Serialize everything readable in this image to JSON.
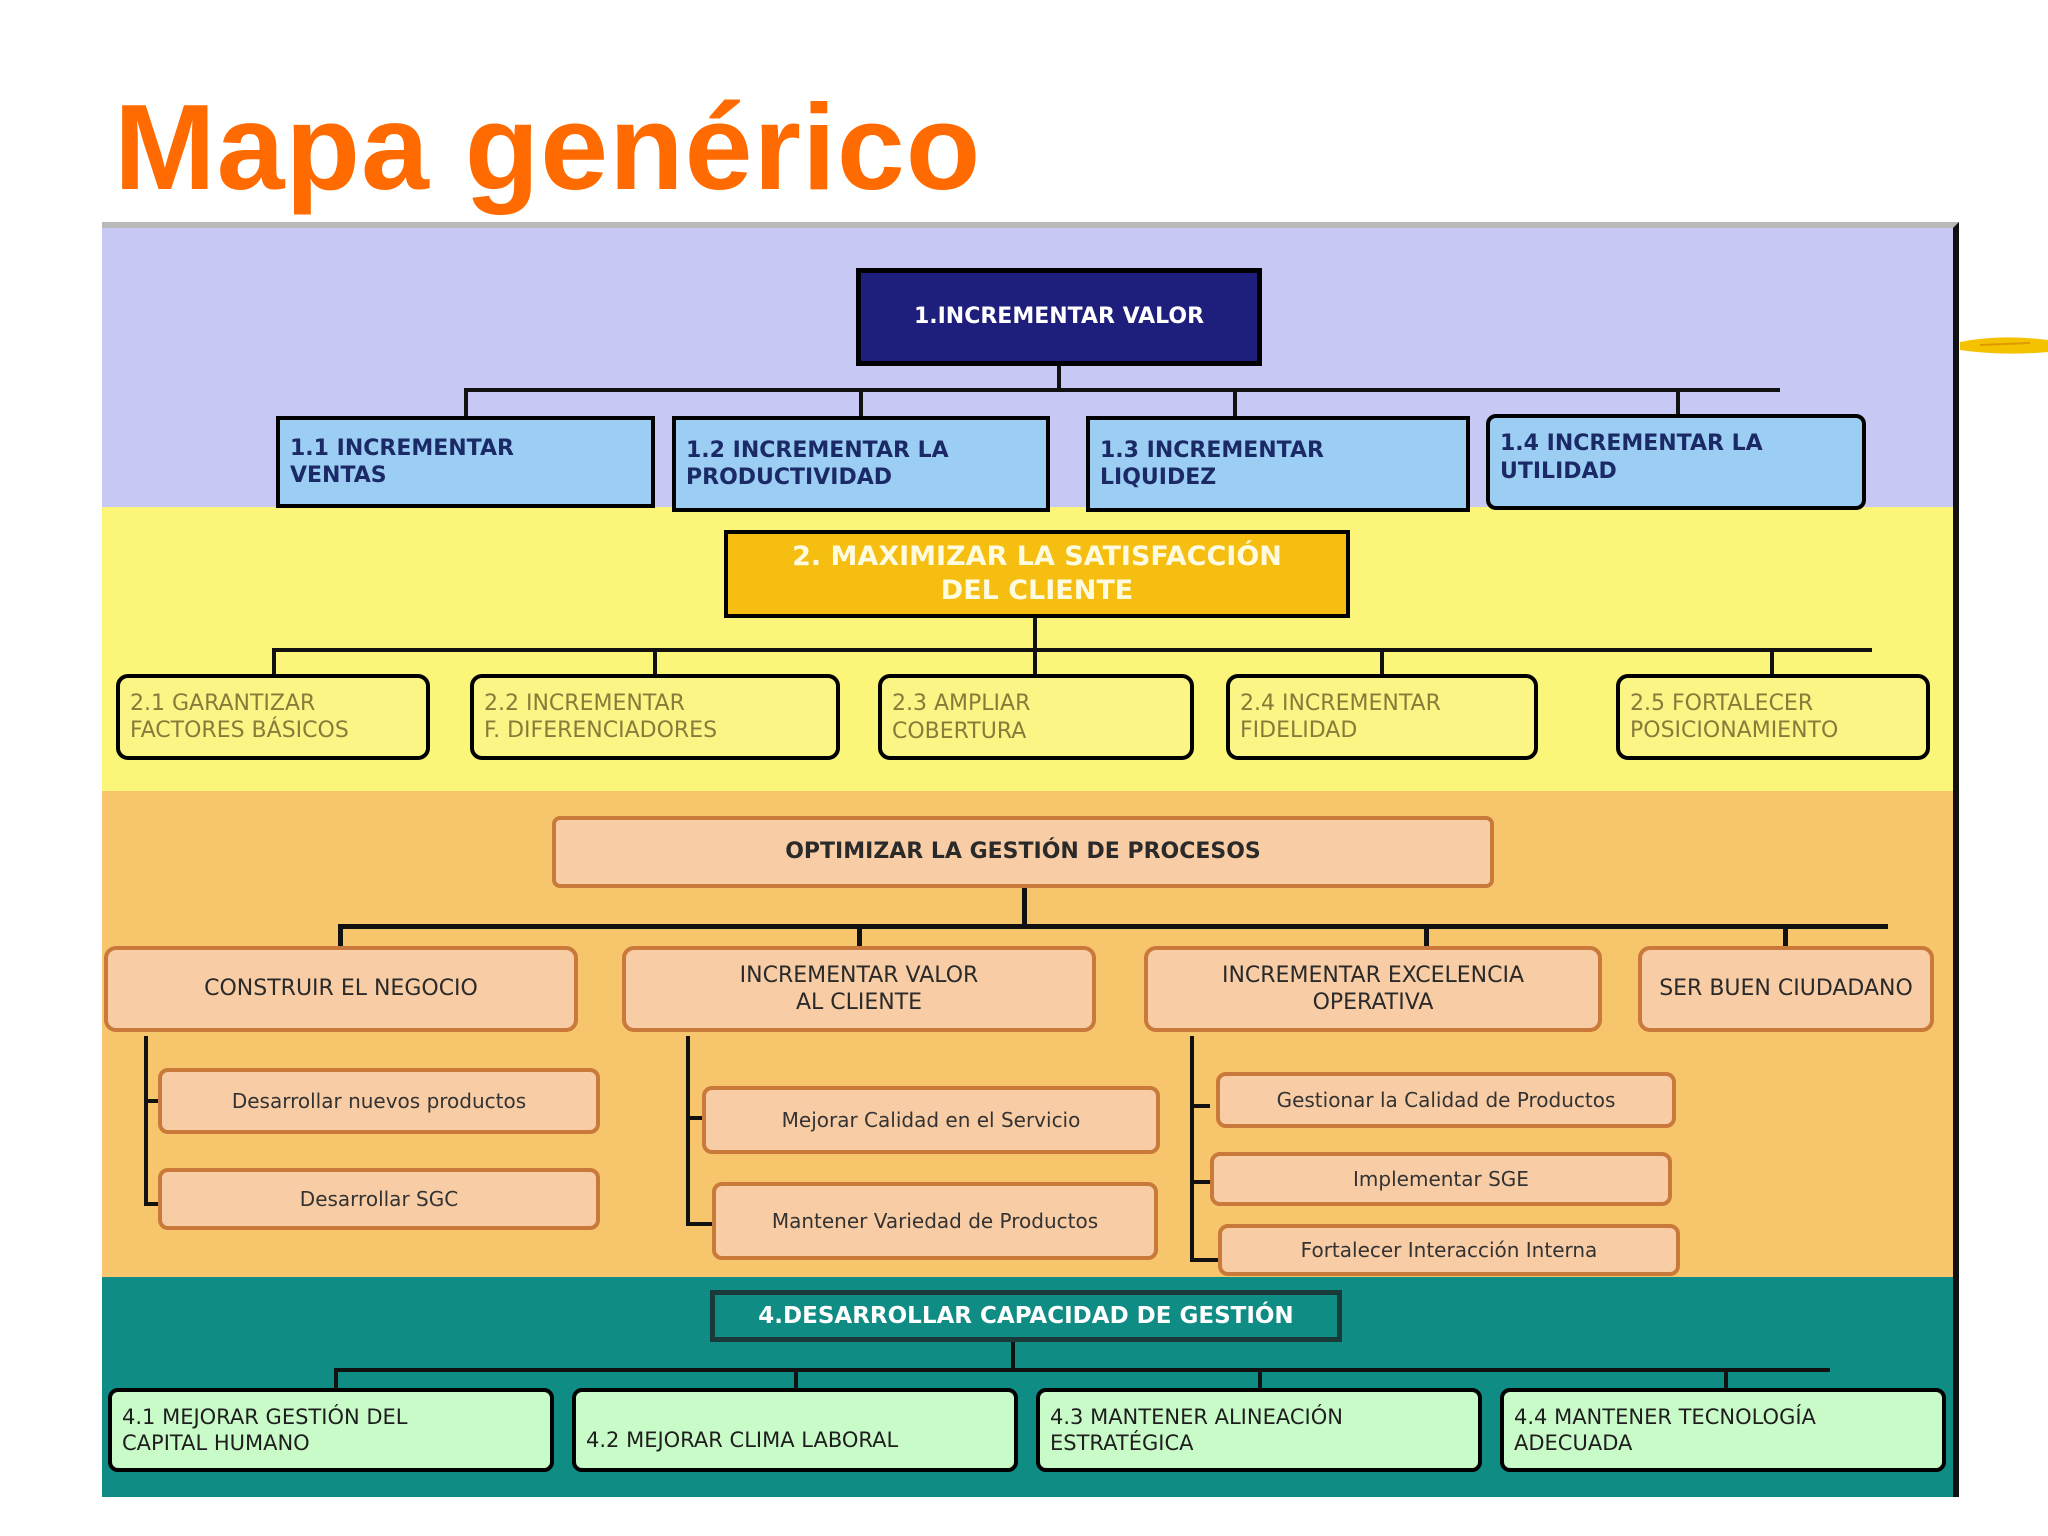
{
  "title": "Mapa genérico",
  "level1": {
    "main": "1.INCREMENTAR VALOR",
    "items": [
      "1.1 INCREMENTAR\nVENTAS",
      "1.2 INCREMENTAR LA\nPRODUCTIVIDAD",
      "1.3 INCREMENTAR\nLIQUIDEZ",
      "1.4 INCREMENTAR LA\nUTILIDAD"
    ]
  },
  "level2": {
    "main": "2. MAXIMIZAR LA SATISFACCIÓN\nDEL CLIENTE",
    "items": [
      "2.1 GARANTIZAR\nFACTORES BÁSICOS",
      "2.2 INCREMENTAR\nF. DIFERENCIADORES",
      "2.3 AMPLIAR\nCOBERTURA",
      "2.4 INCREMENTAR\nFIDELIDAD",
      "2.5 FORTALECER\nPOSICIONAMIENTO"
    ]
  },
  "level3": {
    "main": "OPTIMIZAR LA GESTIÓN DE PROCESOS",
    "items": [
      "CONSTRUIR EL NEGOCIO",
      "INCREMENTAR VALOR\nAL CLIENTE",
      "INCREMENTAR EXCELENCIA\nOPERATIVA",
      "SER BUEN CIUDADANO"
    ],
    "leaves": {
      "negocio": [
        "Desarrollar nuevos productos",
        "Desarrollar SGC"
      ],
      "valor_cliente": [
        "Mejorar Calidad en el Servicio",
        "Mantener Variedad de Productos"
      ],
      "excelencia": [
        "Gestionar la Calidad de Productos",
        "Implementar SGE",
        "Fortalecer Interacción Interna"
      ]
    }
  },
  "level4": {
    "main": "4.DESARROLLAR CAPACIDAD DE GESTIÓN",
    "items": [
      "4.1 MEJORAR GESTIÓN DEL\nCAPITAL HUMANO",
      "4.2 MEJORAR CLIMA LABORAL",
      "4.3 MANTENER ALINEACIÓN\nESTRATÉGICA",
      "4.4 MANTENER TECNOLOGÍA\nADECUADA"
    ]
  },
  "colors": {
    "title": "#ff6b00",
    "band1": "#c8c8f5",
    "band2": "#fbf57a",
    "band3": "#f7c56c",
    "band4": "#0f8c84"
  }
}
